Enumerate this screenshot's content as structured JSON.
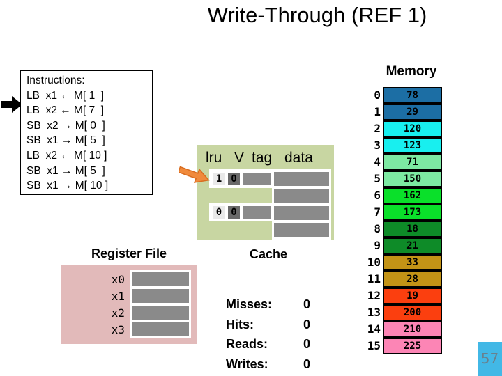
{
  "title": "Write-Through (REF 1)",
  "instructions": {
    "header": "Instructions:",
    "lines": [
      "LB  x1 ← M[ 1  ]",
      "LB  x2 ← M[ 7  ]",
      "SB  x2 → M[ 0  ]",
      "SB  x1 → M[ 5  ]",
      "LB  x2 ← M[ 10 ]",
      "SB  x1 → M[ 5  ]",
      "SB  x1 → M[ 10 ]"
    ]
  },
  "cache": {
    "label": "Cache",
    "columns": [
      "lru",
      "V",
      "tag",
      "data"
    ],
    "sets": [
      {
        "lru": "1",
        "valid": "0",
        "tag": "",
        "data": [
          "",
          ""
        ]
      },
      {
        "lru": "0",
        "valid": "0",
        "tag": "",
        "data": [
          "",
          ""
        ]
      }
    ]
  },
  "counters": [
    {
      "label": "Misses:",
      "value": "0"
    },
    {
      "label": "Hits:",
      "value": "0"
    },
    {
      "label": "Reads:",
      "value": "0"
    },
    {
      "label": "Writes:",
      "value": "0"
    }
  ],
  "register_file": {
    "title": "Register File",
    "registers": [
      {
        "name": "x0",
        "value": ""
      },
      {
        "name": "x1",
        "value": ""
      },
      {
        "name": "x2",
        "value": ""
      },
      {
        "name": "x3",
        "value": ""
      }
    ]
  },
  "memory": {
    "title": "Memory",
    "rows": [
      {
        "addr": "0",
        "value": "78",
        "color": "#1c6ea4"
      },
      {
        "addr": "1",
        "value": "29",
        "color": "#1c6ea4"
      },
      {
        "addr": "2",
        "value": "120",
        "color": "#18efef"
      },
      {
        "addr": "3",
        "value": "123",
        "color": "#18efef"
      },
      {
        "addr": "4",
        "value": "71",
        "color": "#7de9a2"
      },
      {
        "addr": "5",
        "value": "150",
        "color": "#7de9a2"
      },
      {
        "addr": "6",
        "value": "162",
        "color": "#0ae02a"
      },
      {
        "addr": "7",
        "value": "173",
        "color": "#0ae02a"
      },
      {
        "addr": "8",
        "value": "18",
        "color": "#0e8b28"
      },
      {
        "addr": "9",
        "value": "21",
        "color": "#0e8b28"
      },
      {
        "addr": "10",
        "value": "33",
        "color": "#c39316"
      },
      {
        "addr": "11",
        "value": "28",
        "color": "#c39316"
      },
      {
        "addr": "12",
        "value": "19",
        "color": "#fb3f0f"
      },
      {
        "addr": "13",
        "value": "200",
        "color": "#fb3f0f"
      },
      {
        "addr": "14",
        "value": "210",
        "color": "#fc85b5"
      },
      {
        "addr": "15",
        "value": "225",
        "color": "#fc85b5"
      }
    ]
  },
  "page_number": "57",
  "colors": {
    "cache_bg": "#c8d6a2",
    "register_bg": "#e2baba",
    "cell_gray": "#8a8a8a",
    "lru_bg": "#e9e9e9",
    "valid_bg": "#6a6a6a",
    "page_badge_bg": "#42b8e6",
    "page_number_color": "#69808d",
    "pointer_arrow": "#000000",
    "cache_arrow_fill": "#f08a3c",
    "cache_arrow_stroke": "#d96c1f"
  }
}
